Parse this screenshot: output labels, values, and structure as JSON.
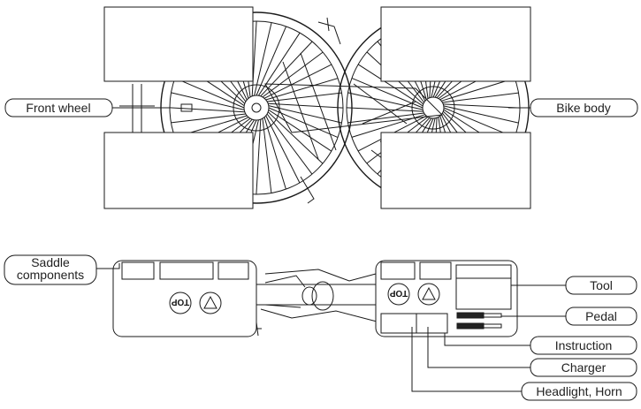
{
  "labels": {
    "front_wheel": "Front wheel",
    "bike_body": "Bike body",
    "saddle_components_line1": "Saddle",
    "saddle_components_line2": "components",
    "tool": "Tool",
    "pedal": "Pedal",
    "instruction": "Instruction",
    "charger": "Charger",
    "headlight_horn": "Headlight, Horn"
  },
  "box_marks": {
    "top_stamp": "TOP"
  }
}
